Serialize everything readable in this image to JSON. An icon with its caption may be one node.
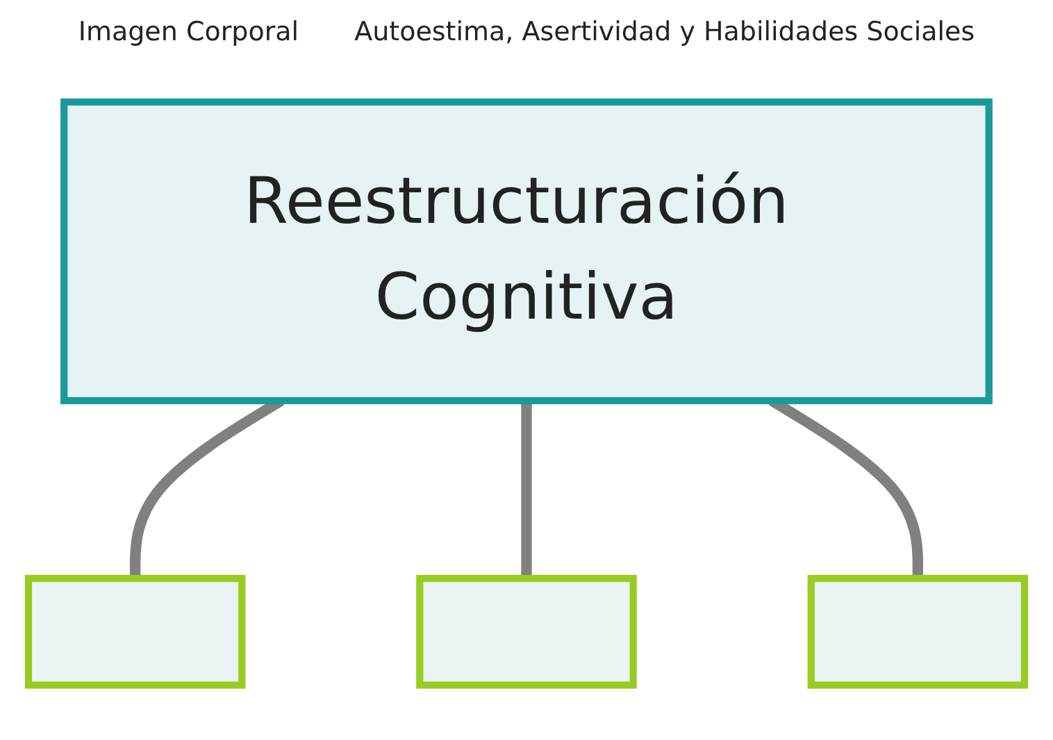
{
  "diagram": {
    "nodes": [
      {
        "text": [
          "Reestructuración Cognitiva"
        ]
      },
      {
        "text": [],
        "shape": "box"
      },
      {
        "text": [],
        "shape": "box"
      },
      {
        "text": [],
        "shape": "box"
      }
    ],
    "edges": [
      {
        "from": 0,
        "to": 1,
        "arrow": "none"
      },
      {
        "from": 0,
        "to": 2,
        "arrow": "none"
      },
      {
        "from": 0,
        "to": 3,
        "arrow": "none"
      }
    ],
    "labels": [
      "Imagen Corporal",
      "Autoestima, Asertividad y Habilidades Sociales"
    ]
  }
}
